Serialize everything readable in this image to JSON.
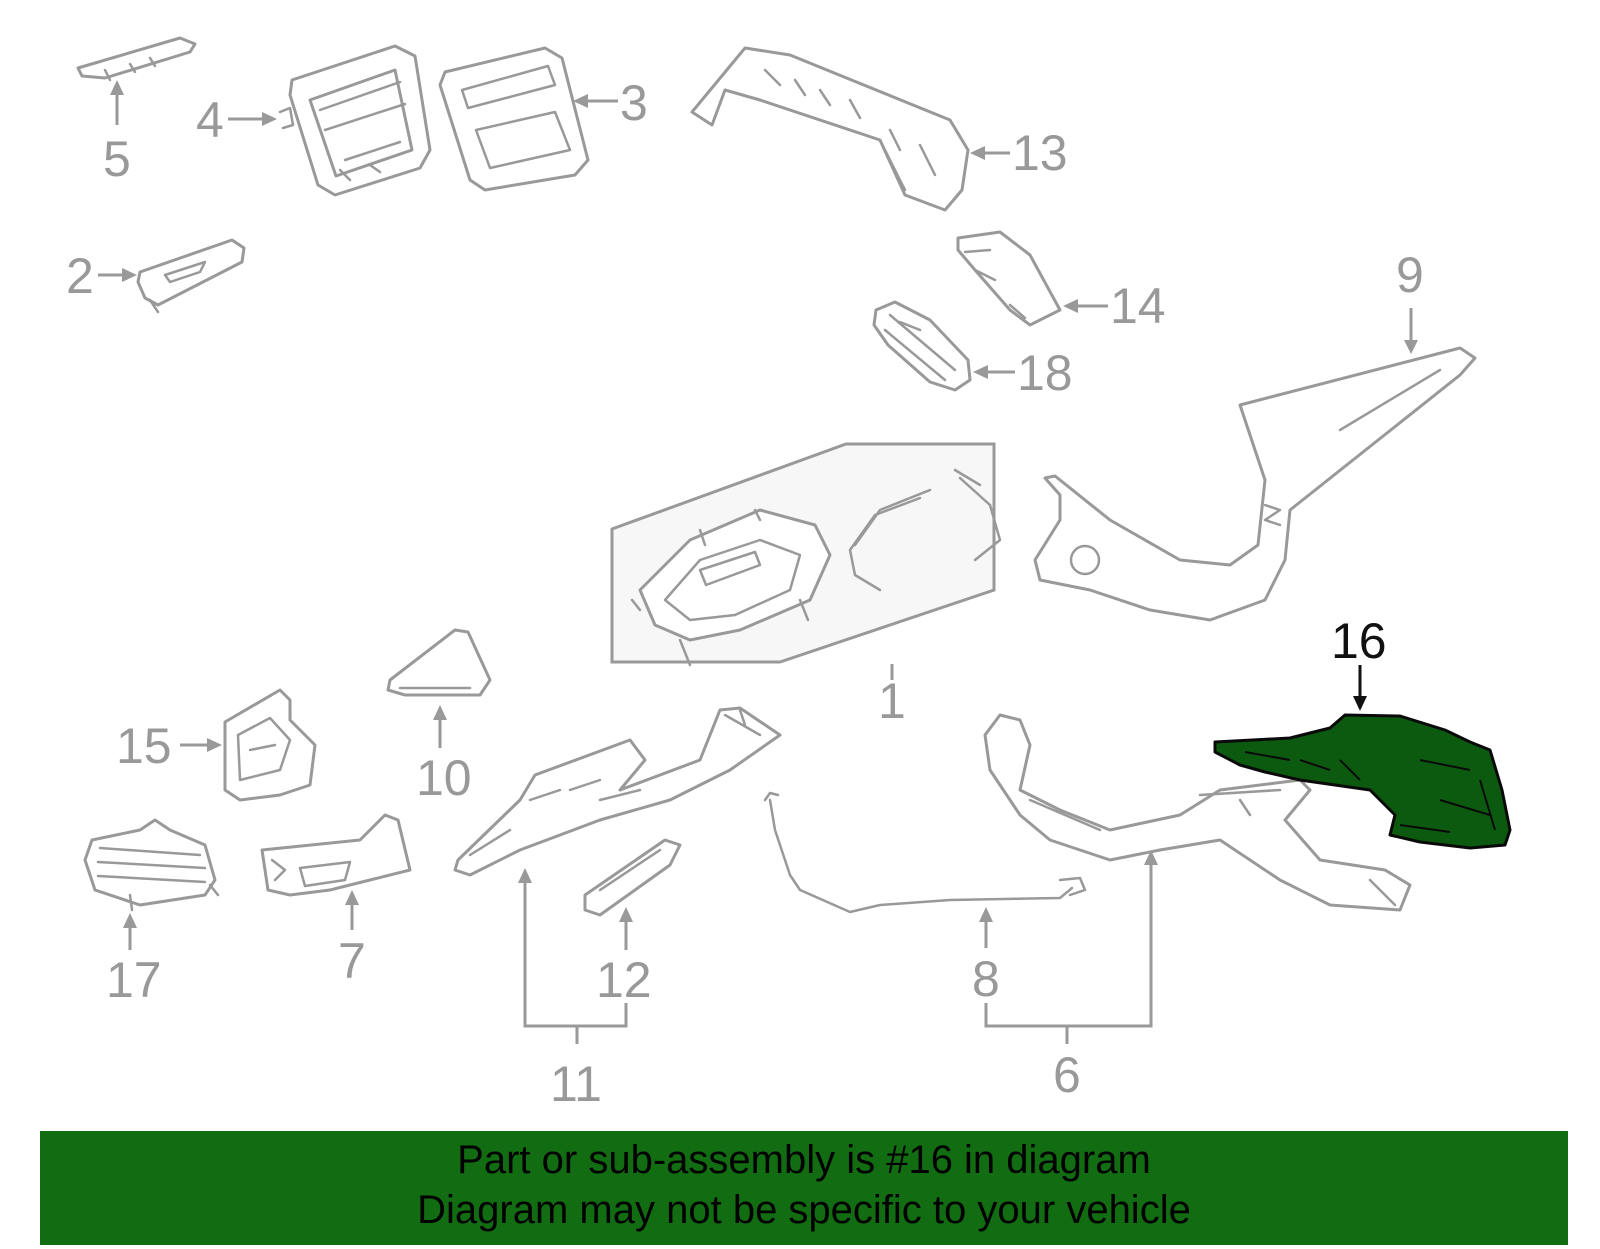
{
  "diagram": {
    "callouts": {
      "c1": "1",
      "c2": "2",
      "c3": "3",
      "c4": "4",
      "c5": "5",
      "c6": "6",
      "c7": "7",
      "c8": "8",
      "c9": "9",
      "c10": "10",
      "c11": "11",
      "c12": "12",
      "c13": "13",
      "c14": "14",
      "c15": "15",
      "c16": "16",
      "c17": "17",
      "c18": "18"
    },
    "highlighted_callout": "16",
    "colors": {
      "line_gray": "#999999",
      "highlight_part": "#0c5a10",
      "banner_bg": "#126d12",
      "highlight_label": "#111111"
    }
  },
  "banner": {
    "line1": "Part or sub-assembly is #16 in diagram",
    "line2": "Diagram may not be specific to your vehicle"
  }
}
